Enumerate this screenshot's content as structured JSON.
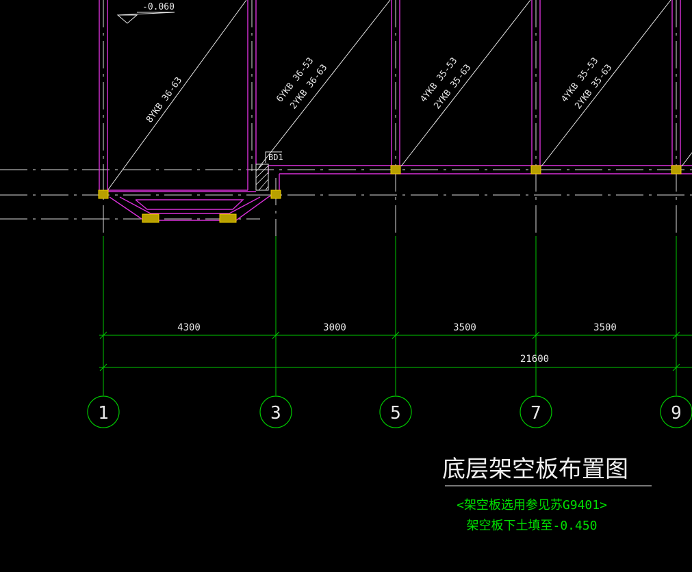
{
  "drawing": {
    "level_marker": "-0.060",
    "slab_labels": {
      "bay_1_3": "8YKB  36-63",
      "bay_3_5_a": "6YKB  36-53",
      "bay_3_5_b": "2YKB  36-63",
      "bay_5_7_a": "4YKB  35-53",
      "bay_5_7_b": "2YKB  35-63",
      "bay_7_9_a": "4YKB  35-53",
      "bay_7_9_b": "2YKB  35-63"
    },
    "opening_label": "BD1",
    "dimensions": {
      "d1": "4300",
      "d2": "3000",
      "d3": "3500",
      "d4": "3500",
      "total": "21600"
    },
    "axes": [
      "1",
      "3",
      "5",
      "7",
      "9"
    ],
    "title": "底层架空板布置图",
    "notes": {
      "line1": "<架空板选用参见苏G9401>",
      "line2": "架空板下土填至-0.450"
    }
  },
  "colors": {
    "background": "#000000",
    "wall": "#d830d8",
    "grid_line": "#ffffff",
    "dimension": "#00d800",
    "note_text": "#00e000",
    "column_fill": "#e0c000"
  }
}
